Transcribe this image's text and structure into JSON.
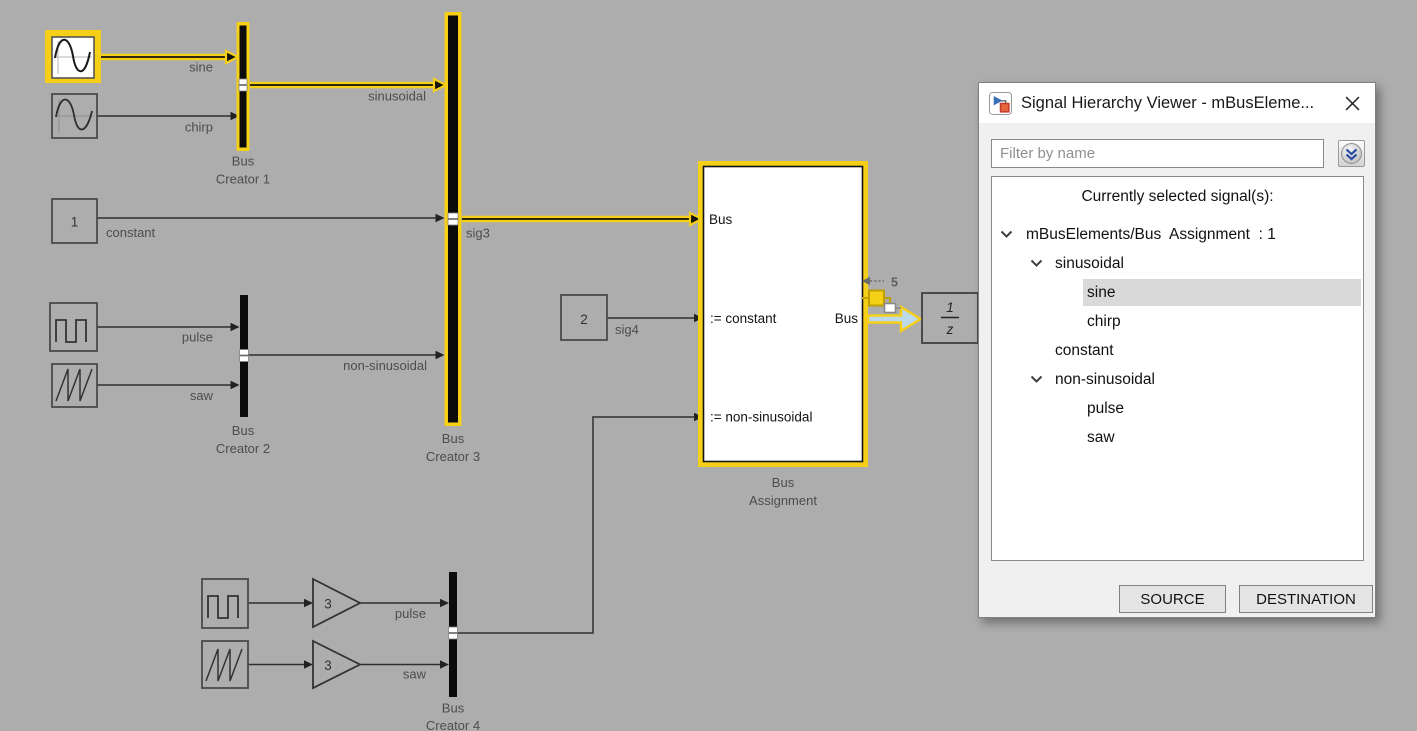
{
  "window": {
    "title": "Signal Hierarchy Viewer - mBusEleme...",
    "filter_placeholder": "Filter by name",
    "tree_header": "Currently selected signal(s):",
    "rows": [
      {
        "label": "mBusElements/Bus  Assignment  : 1",
        "level": 0,
        "expandable": true,
        "selected": false
      },
      {
        "label": "sinusoidal",
        "level": 1,
        "expandable": true,
        "selected": false
      },
      {
        "label": "sine",
        "level": 2,
        "expandable": false,
        "selected": true
      },
      {
        "label": "chirp",
        "level": 2,
        "expandable": false,
        "selected": false
      },
      {
        "label": "constant",
        "level": 1,
        "expandable": false,
        "selected": false
      },
      {
        "label": "non-sinusoidal",
        "level": 1,
        "expandable": true,
        "selected": false
      },
      {
        "label": "pulse",
        "level": 2,
        "expandable": false,
        "selected": false
      },
      {
        "label": "saw",
        "level": 2,
        "expandable": false,
        "selected": false
      }
    ],
    "buttons": {
      "source": "SOURCE",
      "destination": "DESTINATION"
    }
  },
  "diagram": {
    "signal_labels": {
      "sine": "sine",
      "chirp": "chirp",
      "constant": "constant",
      "sinusoidal": "sinusoidal",
      "sig3": "sig3",
      "pulse_mid": "pulse",
      "saw_mid": "saw",
      "non_sinusoidal": "non-sinusoidal",
      "sig4": "sig4",
      "pulse_bottom": "pulse",
      "saw_bottom": "saw"
    },
    "block_captions": {
      "bus_creator_1_line1": "Bus",
      "bus_creator_1_line2": "Creator 1",
      "bus_creator_2_line1": "Bus",
      "bus_creator_2_line2": "Creator 2",
      "bus_creator_3_line1": "Bus",
      "bus_creator_3_line2": "Creator 3",
      "bus_creator_4_line1": "Bus",
      "bus_creator_4_line2": "Creator 4",
      "bus_assignment_line1": "Bus",
      "bus_assignment_line2": "Assignment"
    },
    "block_values": {
      "constant_1": "1",
      "constant_sig4": "2",
      "gain_pulse": "3",
      "gain_saw": "3",
      "unit_delay_numerator": "1",
      "unit_delay_denominator": "z"
    },
    "bus_assignment_ports": {
      "bus_in": "Bus",
      "assign_constant": ":= constant",
      "assign_non_sinusoidal": ":= non-sinusoidal",
      "bus_out": "Bus"
    },
    "badge": {
      "count": "5"
    }
  },
  "colors": {
    "canvas": "#ADADAD",
    "highlight_yellow": "#F5D017",
    "selected_arrow_fill": "#BCD9EC",
    "tree_selection": "#D9D9D9"
  }
}
